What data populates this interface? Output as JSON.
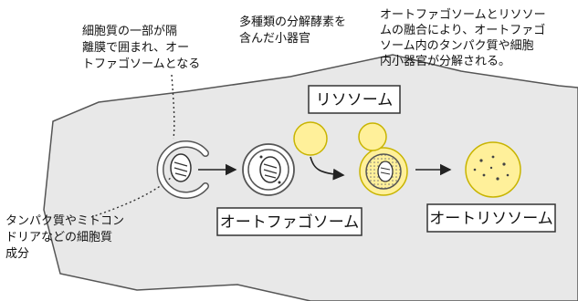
{
  "annotations": {
    "top_left": [
      "細胞質の一部が隔",
      "離膜で囲まれ、オー",
      "トファゴソームとなる"
    ],
    "top_middle": [
      "多種類の分解酵素を",
      "含んだ小器官"
    ],
    "top_right": [
      "オートファゴソームとリソソー",
      "ムの融合により、オートファゴ",
      "ソーム内のタンパク質や細胞",
      "内小器官が分解される。"
    ],
    "bottom_left": [
      "タンパク質やミトコン",
      "ドリアなどの細胞質",
      "成分"
    ]
  },
  "boxes": {
    "lysosome": "リソソーム",
    "autophagosome": "オートファゴソーム",
    "autolysosome": "オートリソソーム"
  },
  "colors": {
    "cell_fill": "#e8e8e8",
    "lysosome_fill": "#fff09a",
    "lysosome_stroke": "#c8b400",
    "line": "#333333"
  },
  "icons": [
    "arrow-right-icon",
    "mitochondria-icon",
    "dotted-leader-icon"
  ]
}
